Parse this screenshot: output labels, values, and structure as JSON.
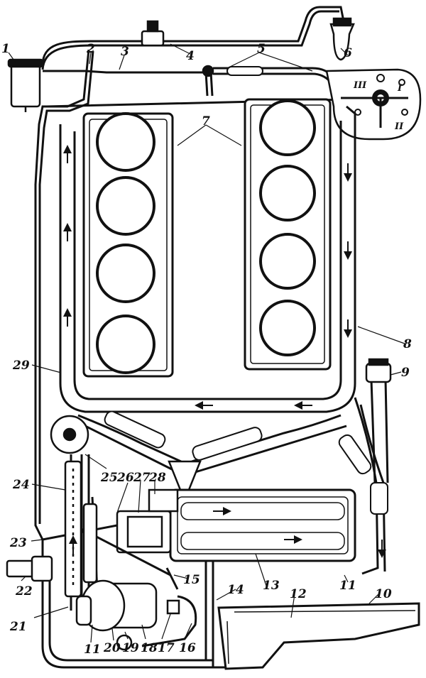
{
  "callouts": [
    "1",
    "2",
    "3",
    "4",
    "5",
    "6",
    "7",
    "8",
    "9",
    "10",
    "11",
    "12",
    "13",
    "14",
    "15",
    "16",
    "17",
    "18",
    "19",
    "20",
    "21",
    "22",
    "23",
    "24",
    "25",
    "26",
    "27",
    "28",
    "29",
    "11"
  ],
  "roman_positions": [
    "I",
    "II",
    "III"
  ],
  "colors": {
    "ink": "#111111",
    "paper": "#ffffff"
  }
}
